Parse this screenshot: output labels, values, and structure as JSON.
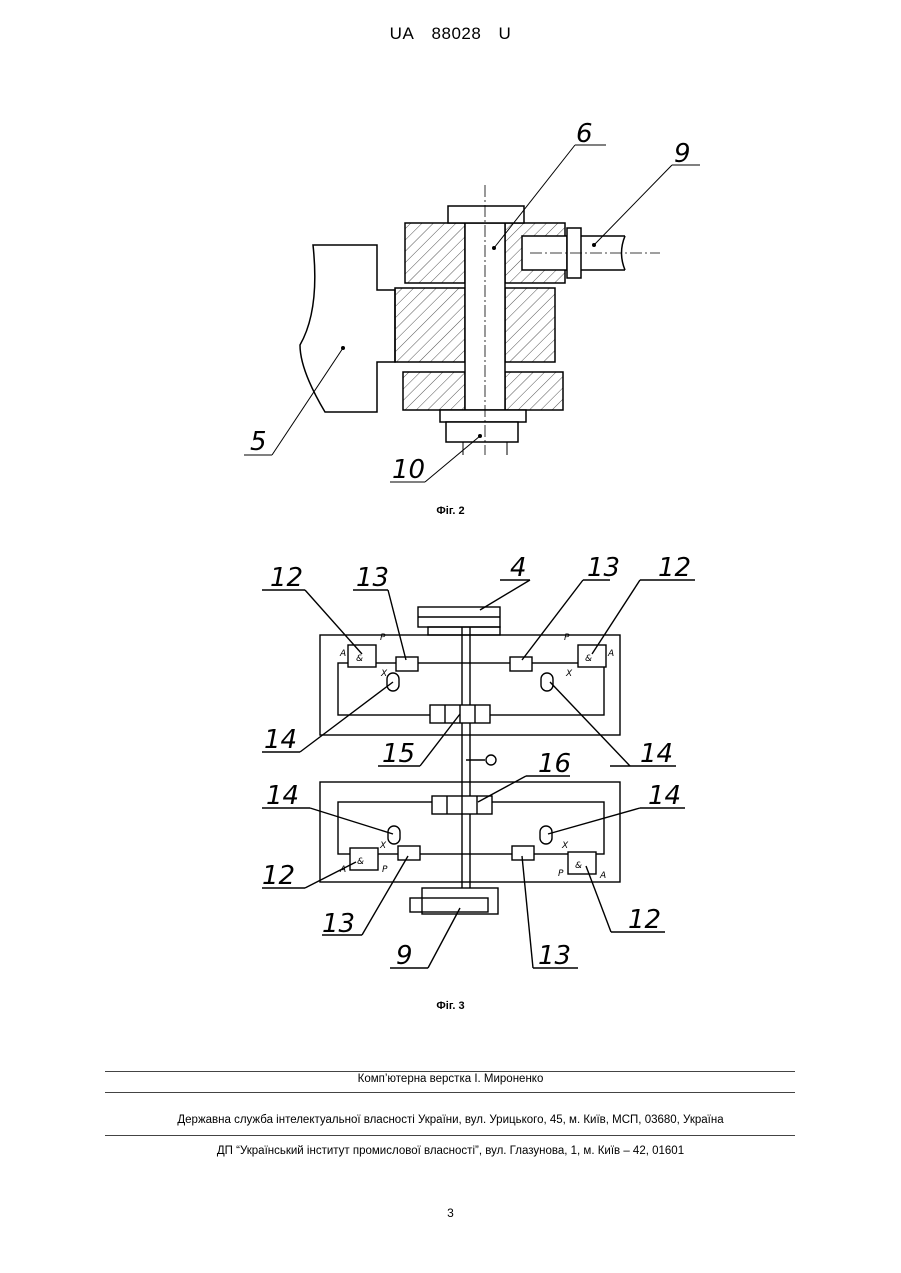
{
  "header": {
    "country": "UA",
    "number": "88028",
    "kind": "U"
  },
  "figure2": {
    "caption": "Фіг. 2",
    "labels": {
      "l5": "5",
      "l6": "6",
      "l9": "9",
      "l10": "10"
    }
  },
  "figure3": {
    "caption": "Фіг. 3",
    "labels": {
      "l4": "4",
      "l9": "9",
      "l12a": "12",
      "l12b": "12",
      "l12c": "12",
      "l12d": "12",
      "l13a": "13",
      "l13b": "13",
      "l13c": "13",
      "l13d": "13",
      "l14a": "14",
      "l14b": "14",
      "l14c": "14",
      "l14d": "14",
      "l15": "15",
      "l16": "16"
    },
    "port_letters": {
      "A": "A",
      "P": "P",
      "X": "X",
      "and": "&"
    }
  },
  "footer": {
    "typeset": "Комп’ютерна верстка І. Мироненко",
    "agency": "Державна служба інтелектуальної власності України, вул. Урицького, 45, м. Київ, МСП, 03680, Україна",
    "institute": "ДП “Український інститут промислової власності”, вул. Глазунова, 1, м. Київ – 42, 01601"
  },
  "page_number": "3"
}
